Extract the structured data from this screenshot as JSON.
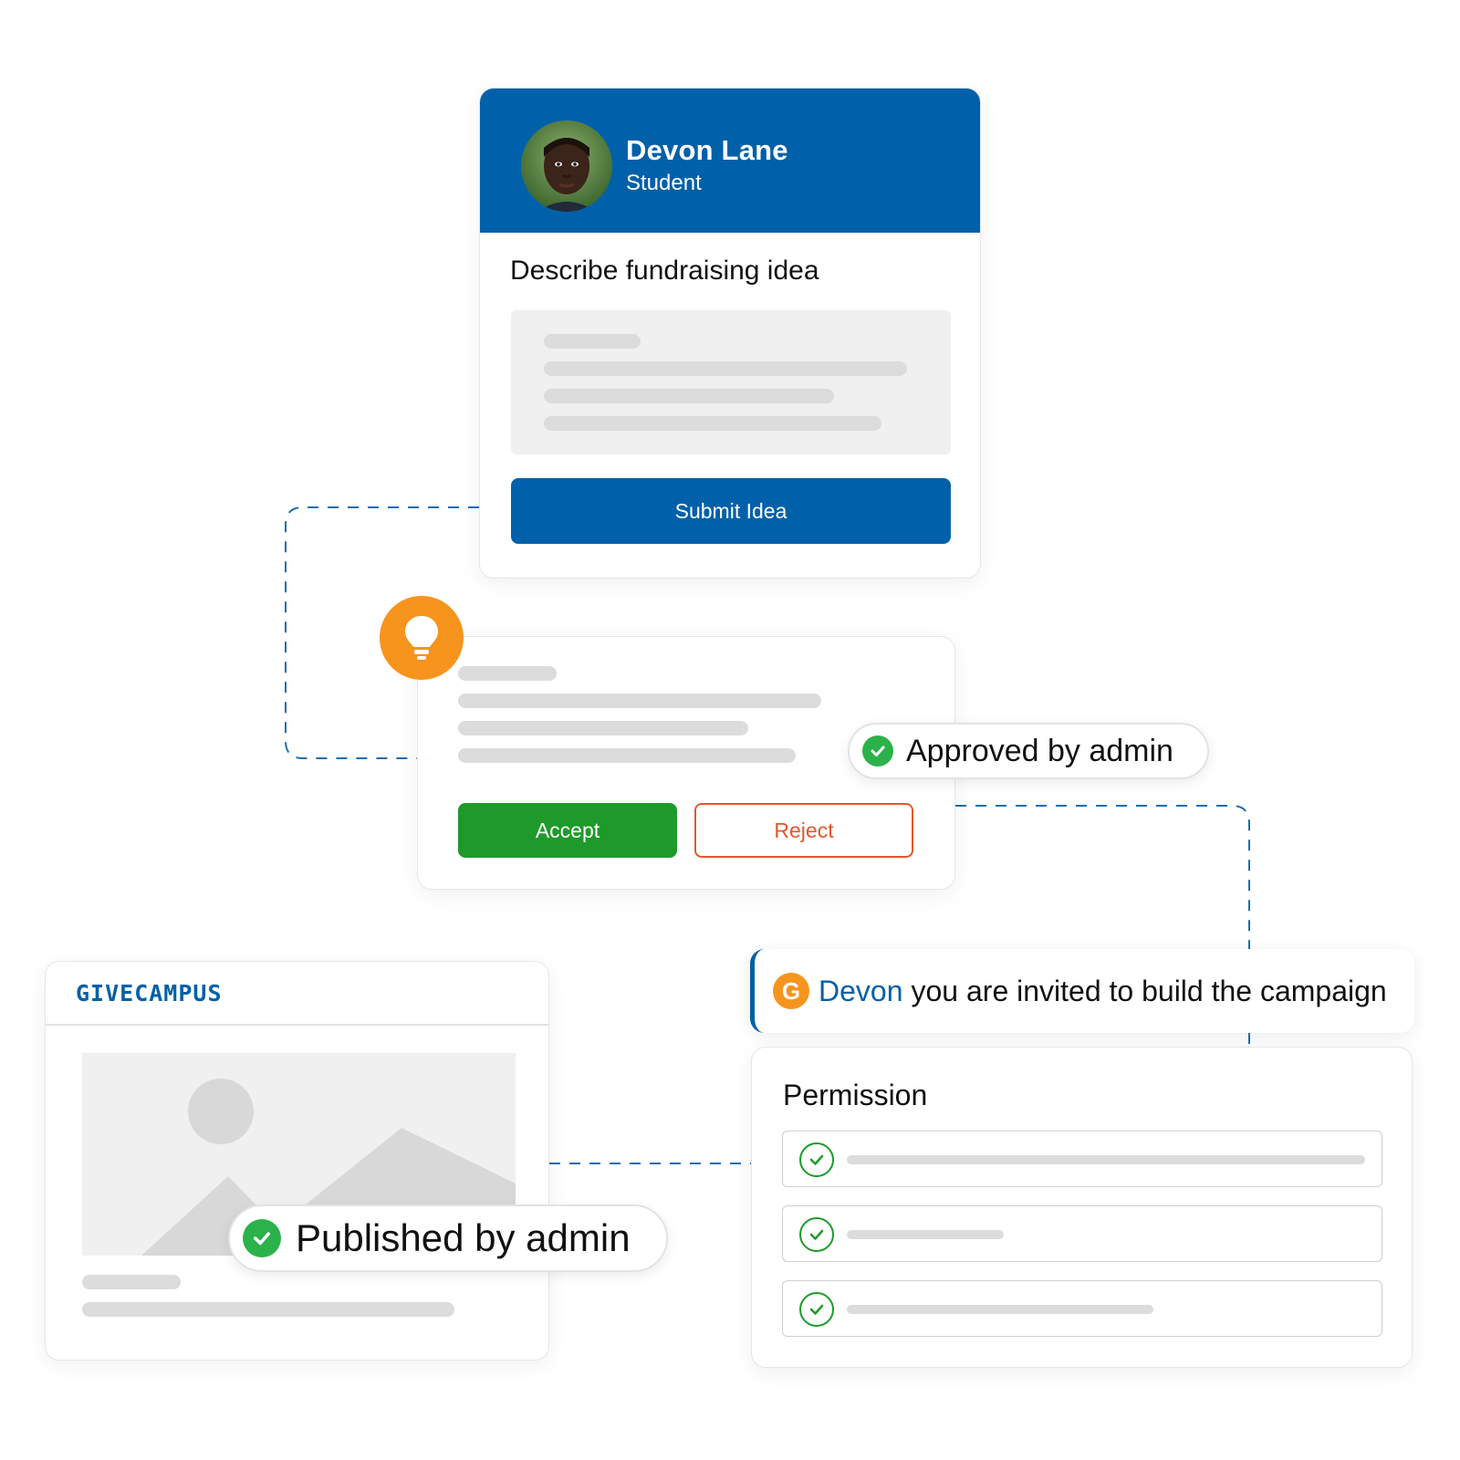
{
  "student_card": {
    "name": "Devon Lane",
    "role": "Student",
    "prompt_title": "Describe fundraising idea",
    "submit_label": "Submit Idea"
  },
  "review_card": {
    "accept_label": "Accept",
    "reject_label": "Reject"
  },
  "approved_badge": {
    "label": "Approved by admin"
  },
  "invite": {
    "logo_letter": "G",
    "name": "Devon",
    "message": "you are invited to build the campaign"
  },
  "permission_card": {
    "title": "Permission",
    "items": [
      {
        "checked": true
      },
      {
        "checked": true
      },
      {
        "checked": true
      }
    ]
  },
  "givecampus_card": {
    "brand": "GIVECAMPUS"
  },
  "published_badge": {
    "label": "Published by admin"
  },
  "colors": {
    "brand_blue": "#0060a9",
    "accent_orange": "#f7941d",
    "success_green": "#1e9a2a",
    "check_green": "#2bb24a",
    "reject_red": "#e4572e"
  },
  "icons": {
    "idea": "lightbulb-icon",
    "approved": "check-circle-icon",
    "published": "check-circle-icon",
    "permission": "check-outline-icon",
    "invite_logo": "givecampus-g-logo",
    "image_placeholder": "image-placeholder-icon"
  }
}
